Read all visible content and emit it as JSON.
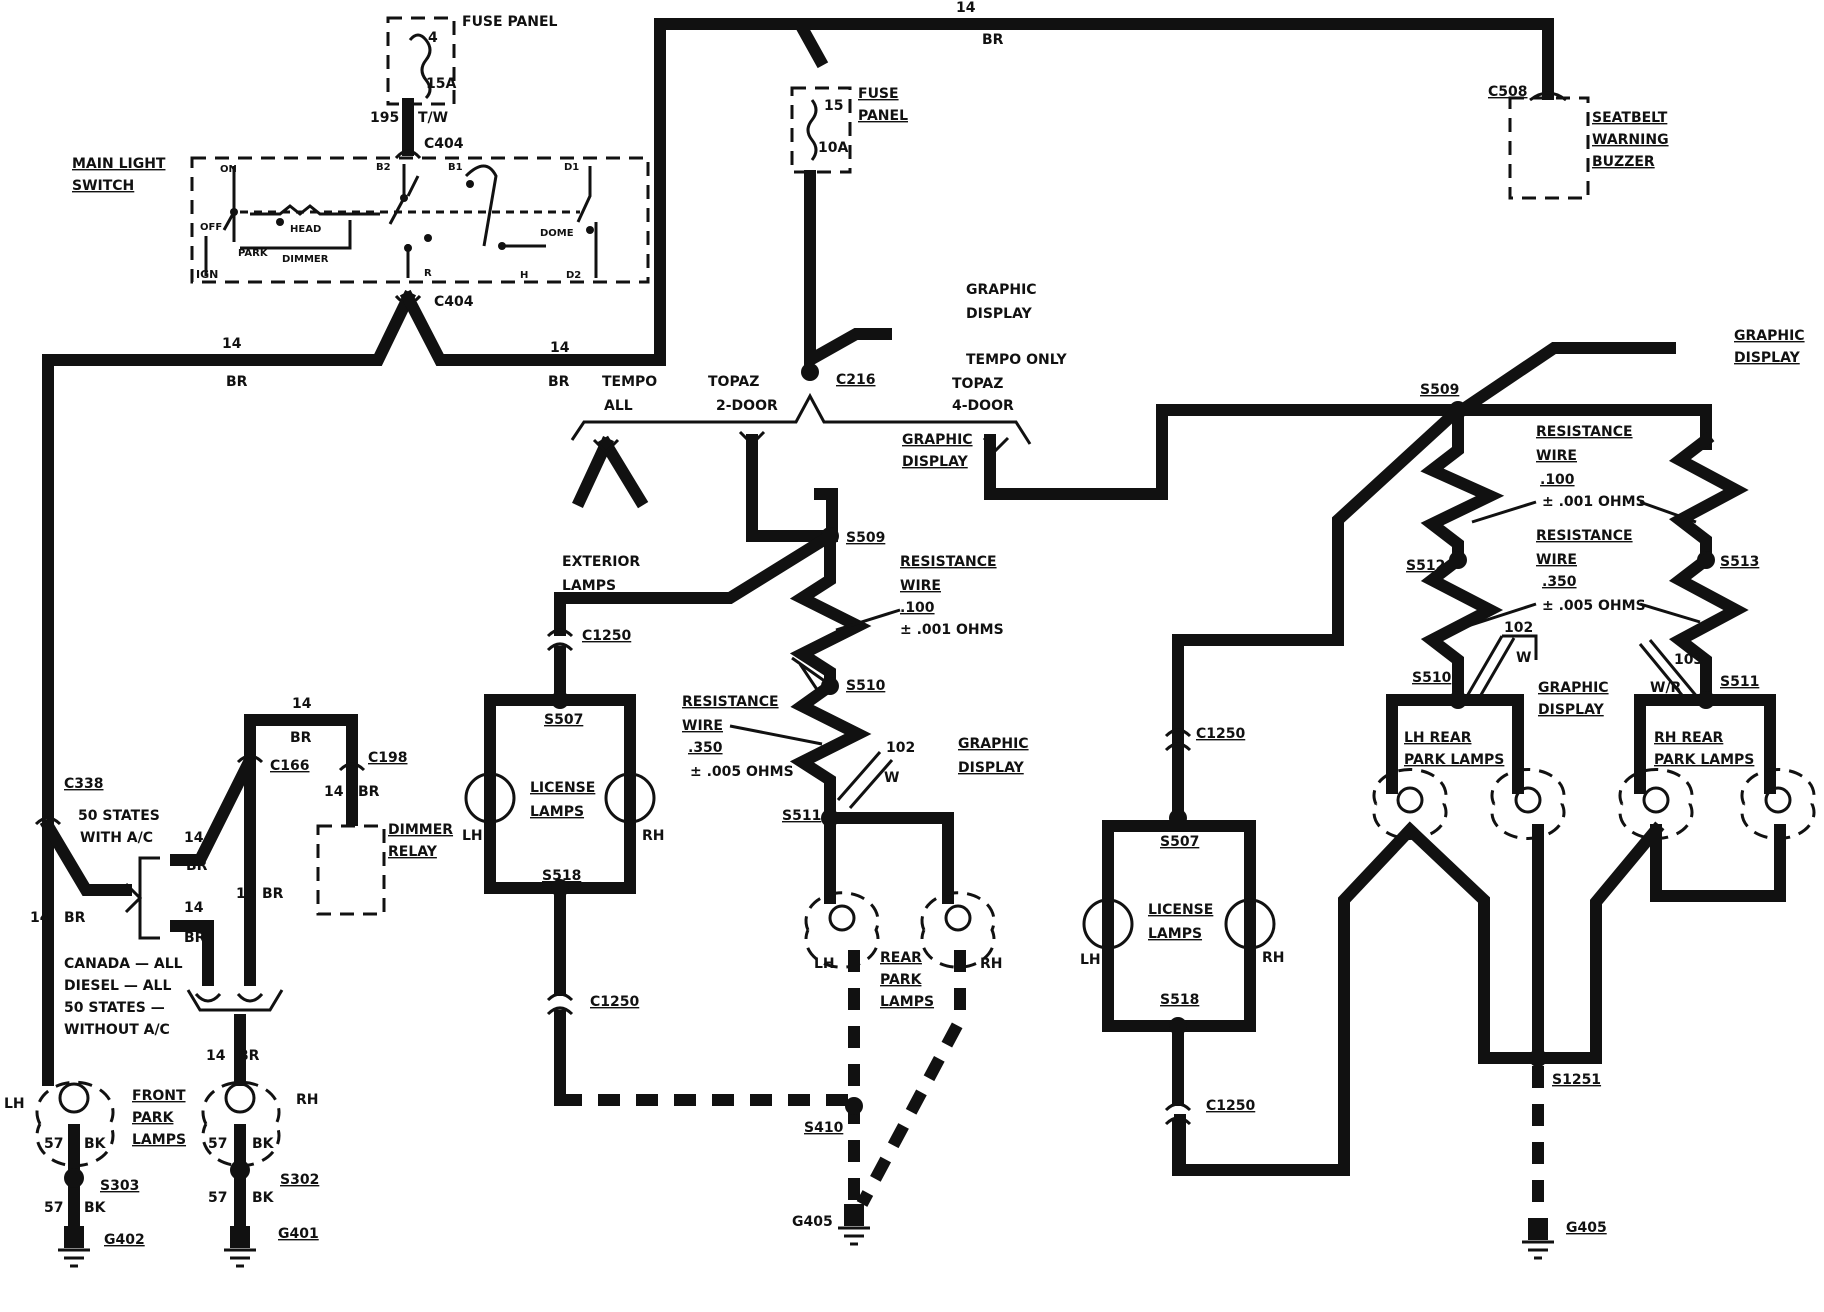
{
  "wire_color": "#111111",
  "background": "#ffffff",
  "left": {
    "fuse_panel": "FUSE PANEL",
    "fuse_num": "4",
    "fuse_amp": "15A",
    "circuit_195": "195",
    "tw": "T/W",
    "c404_top": "C404",
    "c404_bot": "C404",
    "main_light_switch": [
      "MAIN LIGHT",
      "SWITCH"
    ],
    "sw_on": "ON",
    "sw_off": "OFF",
    "sw_head": "HEAD",
    "sw_park": "PARK",
    "sw_dimmer": "DIMMER",
    "sw_ign": "IGN",
    "sw_b2": "B2",
    "sw_b1": "B1",
    "sw_d1": "D1",
    "sw_dome": "DOME",
    "sw_d2": "D2",
    "sw_r": "R",
    "sw_h": "H",
    "w14a": "14",
    "bra": "BR",
    "w14b": "14",
    "brb": "BR",
    "c338": "C338",
    "states_ac": [
      "50 STATES",
      "WITH A/C"
    ],
    "c166": "C166",
    "c198": "C198",
    "dimmer_relay": [
      "DIMMER",
      "RELAY"
    ],
    "canada": [
      "CANADA — ALL",
      "DIESEL — ALL",
      "50 STATES —",
      "WITHOUT A/C"
    ],
    "front_park": [
      "FRONT",
      "PARK",
      "LAMPS"
    ],
    "lh": "LH",
    "rh": "RH",
    "s303": "S303",
    "s302": "S302",
    "g402": "G402",
    "g401": "G401",
    "n57": "57",
    "bk": "BK",
    "n14": "14",
    "br": "BR"
  },
  "center": {
    "fuse_panel": [
      "FUSE",
      "PANEL"
    ],
    "fuse_num": "15",
    "fuse_amp": "10A",
    "top_14": "14",
    "top_br": "BR",
    "graphic_display": [
      "GRAPHIC",
      "DISPLAY"
    ],
    "tempo_only": "TEMPO ONLY",
    "c216": "C216",
    "tempo_all": [
      "TEMPO",
      "ALL"
    ],
    "topaz_2door": [
      "TOPAZ",
      "2-DOOR"
    ],
    "topaz_4door": [
      "TOPAZ",
      "4-DOOR"
    ],
    "graphic_display2": [
      "GRAPHIC",
      "DISPLAY"
    ],
    "exterior_lamps": [
      "EXTERIOR",
      "LAMPS"
    ],
    "s509": "S509",
    "s510": "S510",
    "s511": "S511",
    "res_wire_1": [
      "RESISTANCE",
      "WIRE",
      ".100",
      "± .001 OHMS"
    ],
    "res_wire_2": [
      "RESISTANCE",
      "WIRE",
      ".350",
      "± .005 OHMS"
    ],
    "c1250a": "C1250",
    "c1250b": "C1250",
    "s507": "S507",
    "s518": "S518",
    "license_lamps": [
      "LICENSE",
      "LAMPS"
    ],
    "n102": "102",
    "w": "W",
    "graphic_display3": [
      "GRAPHIC",
      "DISPLAY"
    ],
    "rear_park": [
      "REAR",
      "PARK",
      "LAMPS"
    ],
    "s410": "S410",
    "g405": "G405",
    "lh": "LH",
    "rh": "RH"
  },
  "right": {
    "c508": "C508",
    "seatbelt": [
      "SEATBELT",
      "WARNING",
      "BUZZER"
    ],
    "graphic_display": [
      "GRAPHIC",
      "DISPLAY"
    ],
    "s509": "S509",
    "res_wire_1": [
      "RESISTANCE",
      "WIRE",
      ".100",
      "± .001 OHMS"
    ],
    "res_wire_2": [
      "RESISTANCE",
      "WIRE",
      ".350",
      "± .005 OHMS"
    ],
    "s512": "S512",
    "s513": "S513",
    "s510": "S510",
    "s511": "S511",
    "n102": "102",
    "w": "W",
    "n103": "103",
    "wr": "W/R",
    "graphic_display2": [
      "GRAPHIC",
      "DISPLAY"
    ],
    "lh_rear": [
      "LH REAR",
      "PARK LAMPS"
    ],
    "rh_rear": [
      "RH REAR",
      "PARK LAMPS"
    ],
    "c1250a": "C1250",
    "c1250b": "C1250",
    "s507": "S507",
    "s518": "S518",
    "license_lamps": [
      "LICENSE",
      "LAMPS"
    ],
    "s1251": "S1251",
    "g405": "G405",
    "lh": "LH",
    "rh": "RH"
  }
}
